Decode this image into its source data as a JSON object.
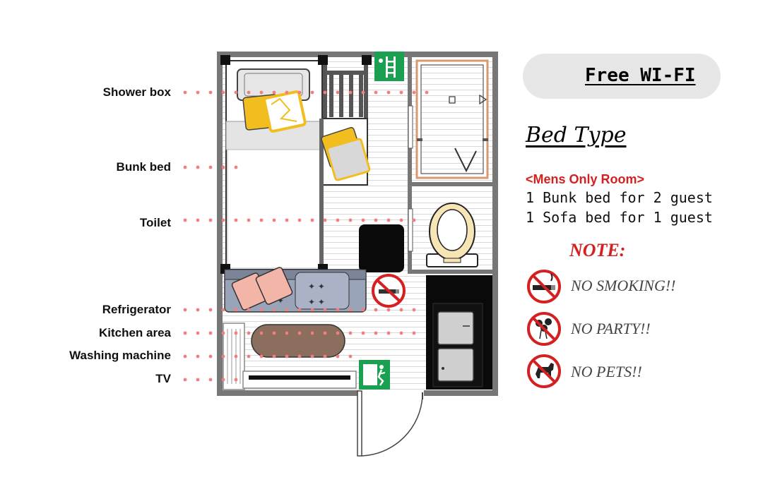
{
  "callouts": [
    {
      "id": "shower",
      "label": "Shower box"
    },
    {
      "id": "bunk",
      "label": "Bunk bed"
    },
    {
      "id": "toilet",
      "label": "Toilet"
    },
    {
      "id": "fridge",
      "label": "Refrigerator"
    },
    {
      "id": "kitchen",
      "label": "Kitchen area"
    },
    {
      "id": "washer",
      "label": "Washing machine"
    },
    {
      "id": "tv",
      "label": "TV"
    }
  ],
  "wifi": {
    "label": "Free WI-FI",
    "icon": "wifi-icon"
  },
  "bed_type": {
    "title": "Bed Type",
    "room_type": "<Mens Only Room>",
    "lines": [
      "1 Bunk bed for 2 guest",
      "1 Sofa bed for 1 guest"
    ]
  },
  "note": {
    "title": "NOTE:",
    "rules": [
      {
        "text": "NO SMOKING!!",
        "icon": "no-smoking-icon"
      },
      {
        "text": "NO PARTY!!",
        "icon": "no-party-icon"
      },
      {
        "text": "NO PETS!!",
        "icon": "no-pets-icon"
      }
    ]
  },
  "colors": {
    "dots": "#f08080",
    "prohibition": "#d42020",
    "wall": "#777777",
    "exit_sign": "#1aa050",
    "sofa": "#9aa4b8",
    "pillow_yellow": "#f2bd1e",
    "pillow_pink": "#f3b5a8",
    "rug": "#8b6e5d"
  }
}
